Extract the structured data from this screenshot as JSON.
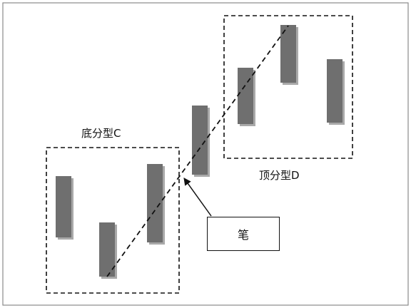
{
  "labels": {
    "bottom_fractal": "底分型C",
    "top_fractal": "顶分型D",
    "stroke": "笔"
  },
  "colors": {
    "candle": "#6f6f6f",
    "candle_shadow": "#a9a9a9",
    "line": "#111111",
    "frame": "#888888"
  }
}
